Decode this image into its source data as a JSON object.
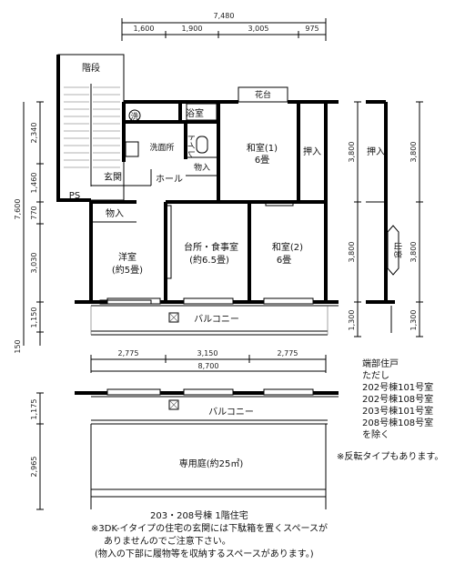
{
  "dims_top": {
    "total": "7,480",
    "segments": [
      "1,600",
      "1,900",
      "3,005",
      "975"
    ]
  },
  "dims_left": [
    "2,340",
    "1,460",
    "770",
    "3,030",
    "1,150"
  ],
  "dim_left_total": "7,600",
  "dim_left_bottom": "150",
  "dims_right_inner": [
    "3,800",
    "3,800",
    "1,300"
  ],
  "dims_right_outer": [
    "3,800",
    "3,800",
    "1,300"
  ],
  "dims_mid": {
    "segments": [
      "2,775",
      "3,150",
      "2,775"
    ],
    "total": "8,700"
  },
  "dims_lower_left": [
    "1,175",
    "2,965"
  ],
  "rooms": {
    "stairs": "階段",
    "flower_box": "花台",
    "bath": "浴室",
    "wash_mark": "洗",
    "washroom": "洗面所",
    "toilet": "トイレ",
    "closet_hall": "物入",
    "entrance": "玄関",
    "hall": "ホール",
    "ps": "PS",
    "closet_western": "物入",
    "western_room": "洋室",
    "western_size": "(約5畳)",
    "kitchen": "台所・食事室",
    "kitchen_size": "(約6.5畳)",
    "japanese1": "和室(1)",
    "japanese1_size": "6畳",
    "japanese2": "和室(2)",
    "japanese2_size": "6畳",
    "oshiire1": "押入",
    "oshiire2": "押入",
    "bay_window": "出窓",
    "balcony": "バルコニー",
    "balcony_lower": "バルコニー",
    "garden": "専用庭(約25㎡)"
  },
  "side_note": [
    "端部住戸",
    "ただし",
    "202号棟101号室",
    "202号棟108号室",
    "203号棟101号室",
    "208号棟108号室",
    "を除く"
  ],
  "reverse_note": "※反転タイプもあります。",
  "footer": [
    "203・208号棟 1階住宅",
    "※3DK-イタイプの住宅の玄関には下駄箱を置くスペースが",
    "ありませんのでご注意下さい。",
    "(物入の下部に履物等を収納するスペースがあります。)"
  ]
}
